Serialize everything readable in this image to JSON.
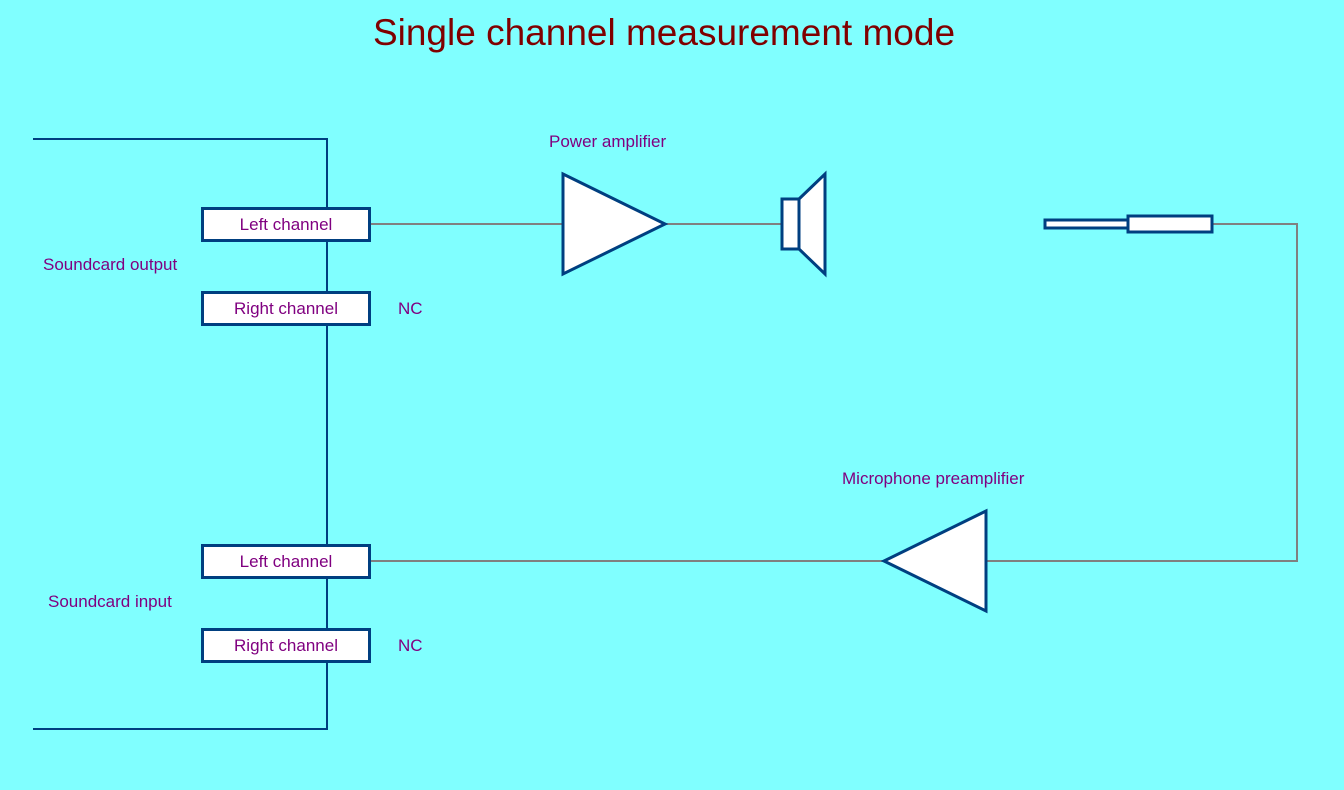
{
  "title": "Single channel measurement mode",
  "colors": {
    "background": "#80ffff",
    "title": "#800000",
    "label": "#800080",
    "outline": "#003f80",
    "signal_wire": "#808080",
    "fill": "#ffffff"
  },
  "soundcard_output": {
    "label": "Soundcard output",
    "left_channel": "Left channel",
    "right_channel": "Right channel",
    "right_channel_status": "NC"
  },
  "soundcard_input": {
    "label": "Soundcard input",
    "left_channel": "Left channel",
    "right_channel": "Right channel",
    "right_channel_status": "NC"
  },
  "power_amplifier": {
    "label": "Power amplifier",
    "icon": "amplifier-triangle-right"
  },
  "speaker": {
    "icon": "loudspeaker"
  },
  "microphone": {
    "icon": "measurement-microphone"
  },
  "microphone_preamplifier": {
    "label": "Microphone preamplifier",
    "icon": "amplifier-triangle-left"
  }
}
